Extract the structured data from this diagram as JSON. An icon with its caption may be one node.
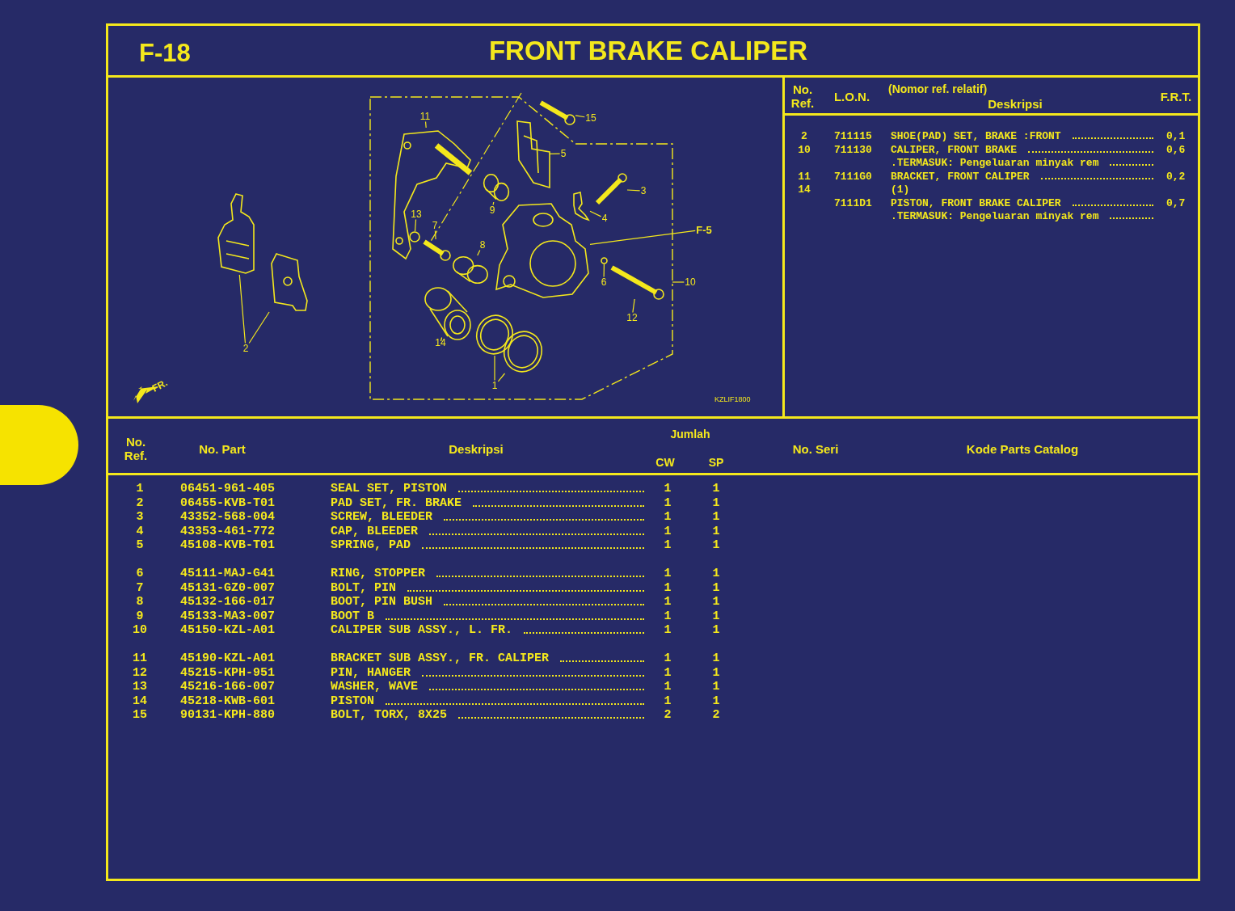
{
  "diagram": {
    "title": "FRONT BRAKE CALIPER",
    "nodes": [
      {
        "text": [
          "15"
        ]
      },
      {
        "text": [
          "11"
        ]
      },
      {
        "text": [
          "5"
        ]
      },
      {
        "text": [
          "3"
        ]
      },
      {
        "text": [
          "9"
        ]
      },
      {
        "text": [
          "4"
        ]
      },
      {
        "text": [
          "13"
        ]
      },
      {
        "text": [
          "7"
        ]
      },
      {
        "text": [
          "F-5"
        ]
      },
      {
        "text": [
          "8"
        ]
      },
      {
        "text": [
          "6"
        ]
      },
      {
        "text": [
          "10"
        ]
      },
      {
        "text": [
          "12"
        ]
      },
      {
        "text": [
          "2"
        ]
      },
      {
        "text": [
          "14"
        ]
      },
      {
        "text": [
          "1"
        ]
      },
      {
        "text": [],
        "shape": "picture"
      },
      {
        "text": [],
        "shape": "picture"
      },
      {
        "text": [],
        "shape": "picture"
      },
      {
        "text": [],
        "shape": "picture"
      },
      {
        "text": [],
        "shape": "picture"
      },
      {
        "text": [],
        "shape": "picture"
      },
      {
        "text": [],
        "shape": "circle"
      },
      {
        "text": [],
        "shape": "picture"
      },
      {
        "text": [],
        "shape": "picture"
      },
      {
        "text": [],
        "shape": "picture"
      },
      {
        "text": [],
        "shape": "circle"
      },
      {
        "text": [],
        "shape": "picture"
      },
      {
        "text": [],
        "shape": "picture"
      },
      {
        "text": [],
        "shape": "picture"
      },
      {
        "text": [],
        "shape": "picture"
      },
      {
        "text": [],
        "shape": "picture"
      },
      {
        "text": [],
        "shape": "picture"
      },
      {
        "text": [],
        "shape": "box"
      }
    ],
    "edges": [
      {
        "from": 0,
        "to": 16,
        "arrow": "none"
      },
      {
        "from": 1,
        "to": 17,
        "arrow": "none"
      },
      {
        "from": 2,
        "to": 18,
        "arrow": "none"
      },
      {
        "from": 3,
        "to": 20,
        "arrow": "none"
      },
      {
        "from": 4,
        "to": 19,
        "arrow": "none"
      },
      {
        "from": 5,
        "to": 21,
        "arrow": "none"
      },
      {
        "from": 6,
        "to": 22,
        "arrow": "none"
      },
      {
        "from": 7,
        "to": 23,
        "arrow": "none"
      },
      {
        "from": 8,
        "to": 24,
        "arrow": "none"
      },
      {
        "from": 9,
        "to": 25,
        "arrow": "none"
      },
      {
        "from": 10,
        "to": 26,
        "arrow": "none"
      },
      {
        "from": 11,
        "to": null,
        "arrow": "none"
      },
      {
        "from": 12,
        "to": 27,
        "arrow": "none"
      },
      {
        "from": 13,
        "to": 28,
        "arrow": "none"
      },
      {
        "from": 13,
        "to": 29,
        "arrow": "none"
      },
      {
        "from": 14,
        "to": 30,
        "arrow": "none"
      },
      {
        "from": 15,
        "to": 31,
        "arrow": "none"
      },
      {
        "from": 15,
        "to": 32,
        "arrow": "none"
      }
    ],
    "labels": [
      "F-18",
      "FR.",
      "KZLIF1800",
      "No. Ref.",
      "L.O.N.",
      "(Nomor ref. relatif)",
      "Deskripsi",
      "F.R.T.",
      "2",
      "711115",
      "SHOE(PAD) SET, BRAKE :FRONT",
      "0,1",
      "10",
      "711130",
      "CALIPER, FRONT BRAKE",
      "0,6",
      ".TERMASUK: Pengeluaran minyak rem",
      "11",
      "7111G0",
      "BRACKET, FRONT CALIPER",
      "0,2",
      "14",
      "(1)",
      "7111D1",
      "PISTON, FRONT BRAKE CALIPER",
      "0,7",
      ".TERMASUK: Pengeluaran minyak rem",
      "No. Ref.",
      "No. Part",
      "Deskripsi",
      "Jumlah",
      "CW",
      "SP",
      "No. Seri",
      "Kode Parts Catalog",
      "1",
      "06451-961-405",
      "SEAL SET, PISTON",
      "1",
      "1",
      "2",
      "06455-KVB-T01",
      "PAD SET, FR. BRAKE",
      "1",
      "1",
      "3",
      "43352-568-004",
      "SCREW, BLEEDER",
      "1",
      "1",
      "4",
      "43353-461-772",
      "CAP, BLEEDER",
      "1",
      "1",
      "5",
      "45108-KVB-T01",
      "SPRING, PAD",
      "1",
      "1",
      "6",
      "45111-MAJ-G41",
      "RING, STOPPER",
      "1",
      "1",
      "7",
      "45131-GZ0-007",
      "BOLT, PIN",
      "1",
      "1",
      "8",
      "45132-166-017",
      "BOOT, PIN BUSH",
      "1",
      "1",
      "9",
      "45133-MA3-007",
      "BOOT B",
      "1",
      "1",
      "10",
      "45150-KZL-A01",
      "CALIPER SUB ASSY., L. FR.",
      "1",
      "1",
      "11",
      "45190-KZL-A01",
      "BRACKET SUB ASSY., FR. CALIPER",
      "1",
      "1",
      "12",
      "45215-KPH-951",
      "PIN, HANGER",
      "1",
      "1",
      "13",
      "45216-166-007",
      "WASHER, WAVE",
      "1",
      "1",
      "14",
      "45218-KWB-601",
      "PISTON",
      "1",
      "1",
      "15",
      "90131-KPH-880",
      "BOLT, TORX, 8X25",
      "2",
      "2"
    ]
  }
}
